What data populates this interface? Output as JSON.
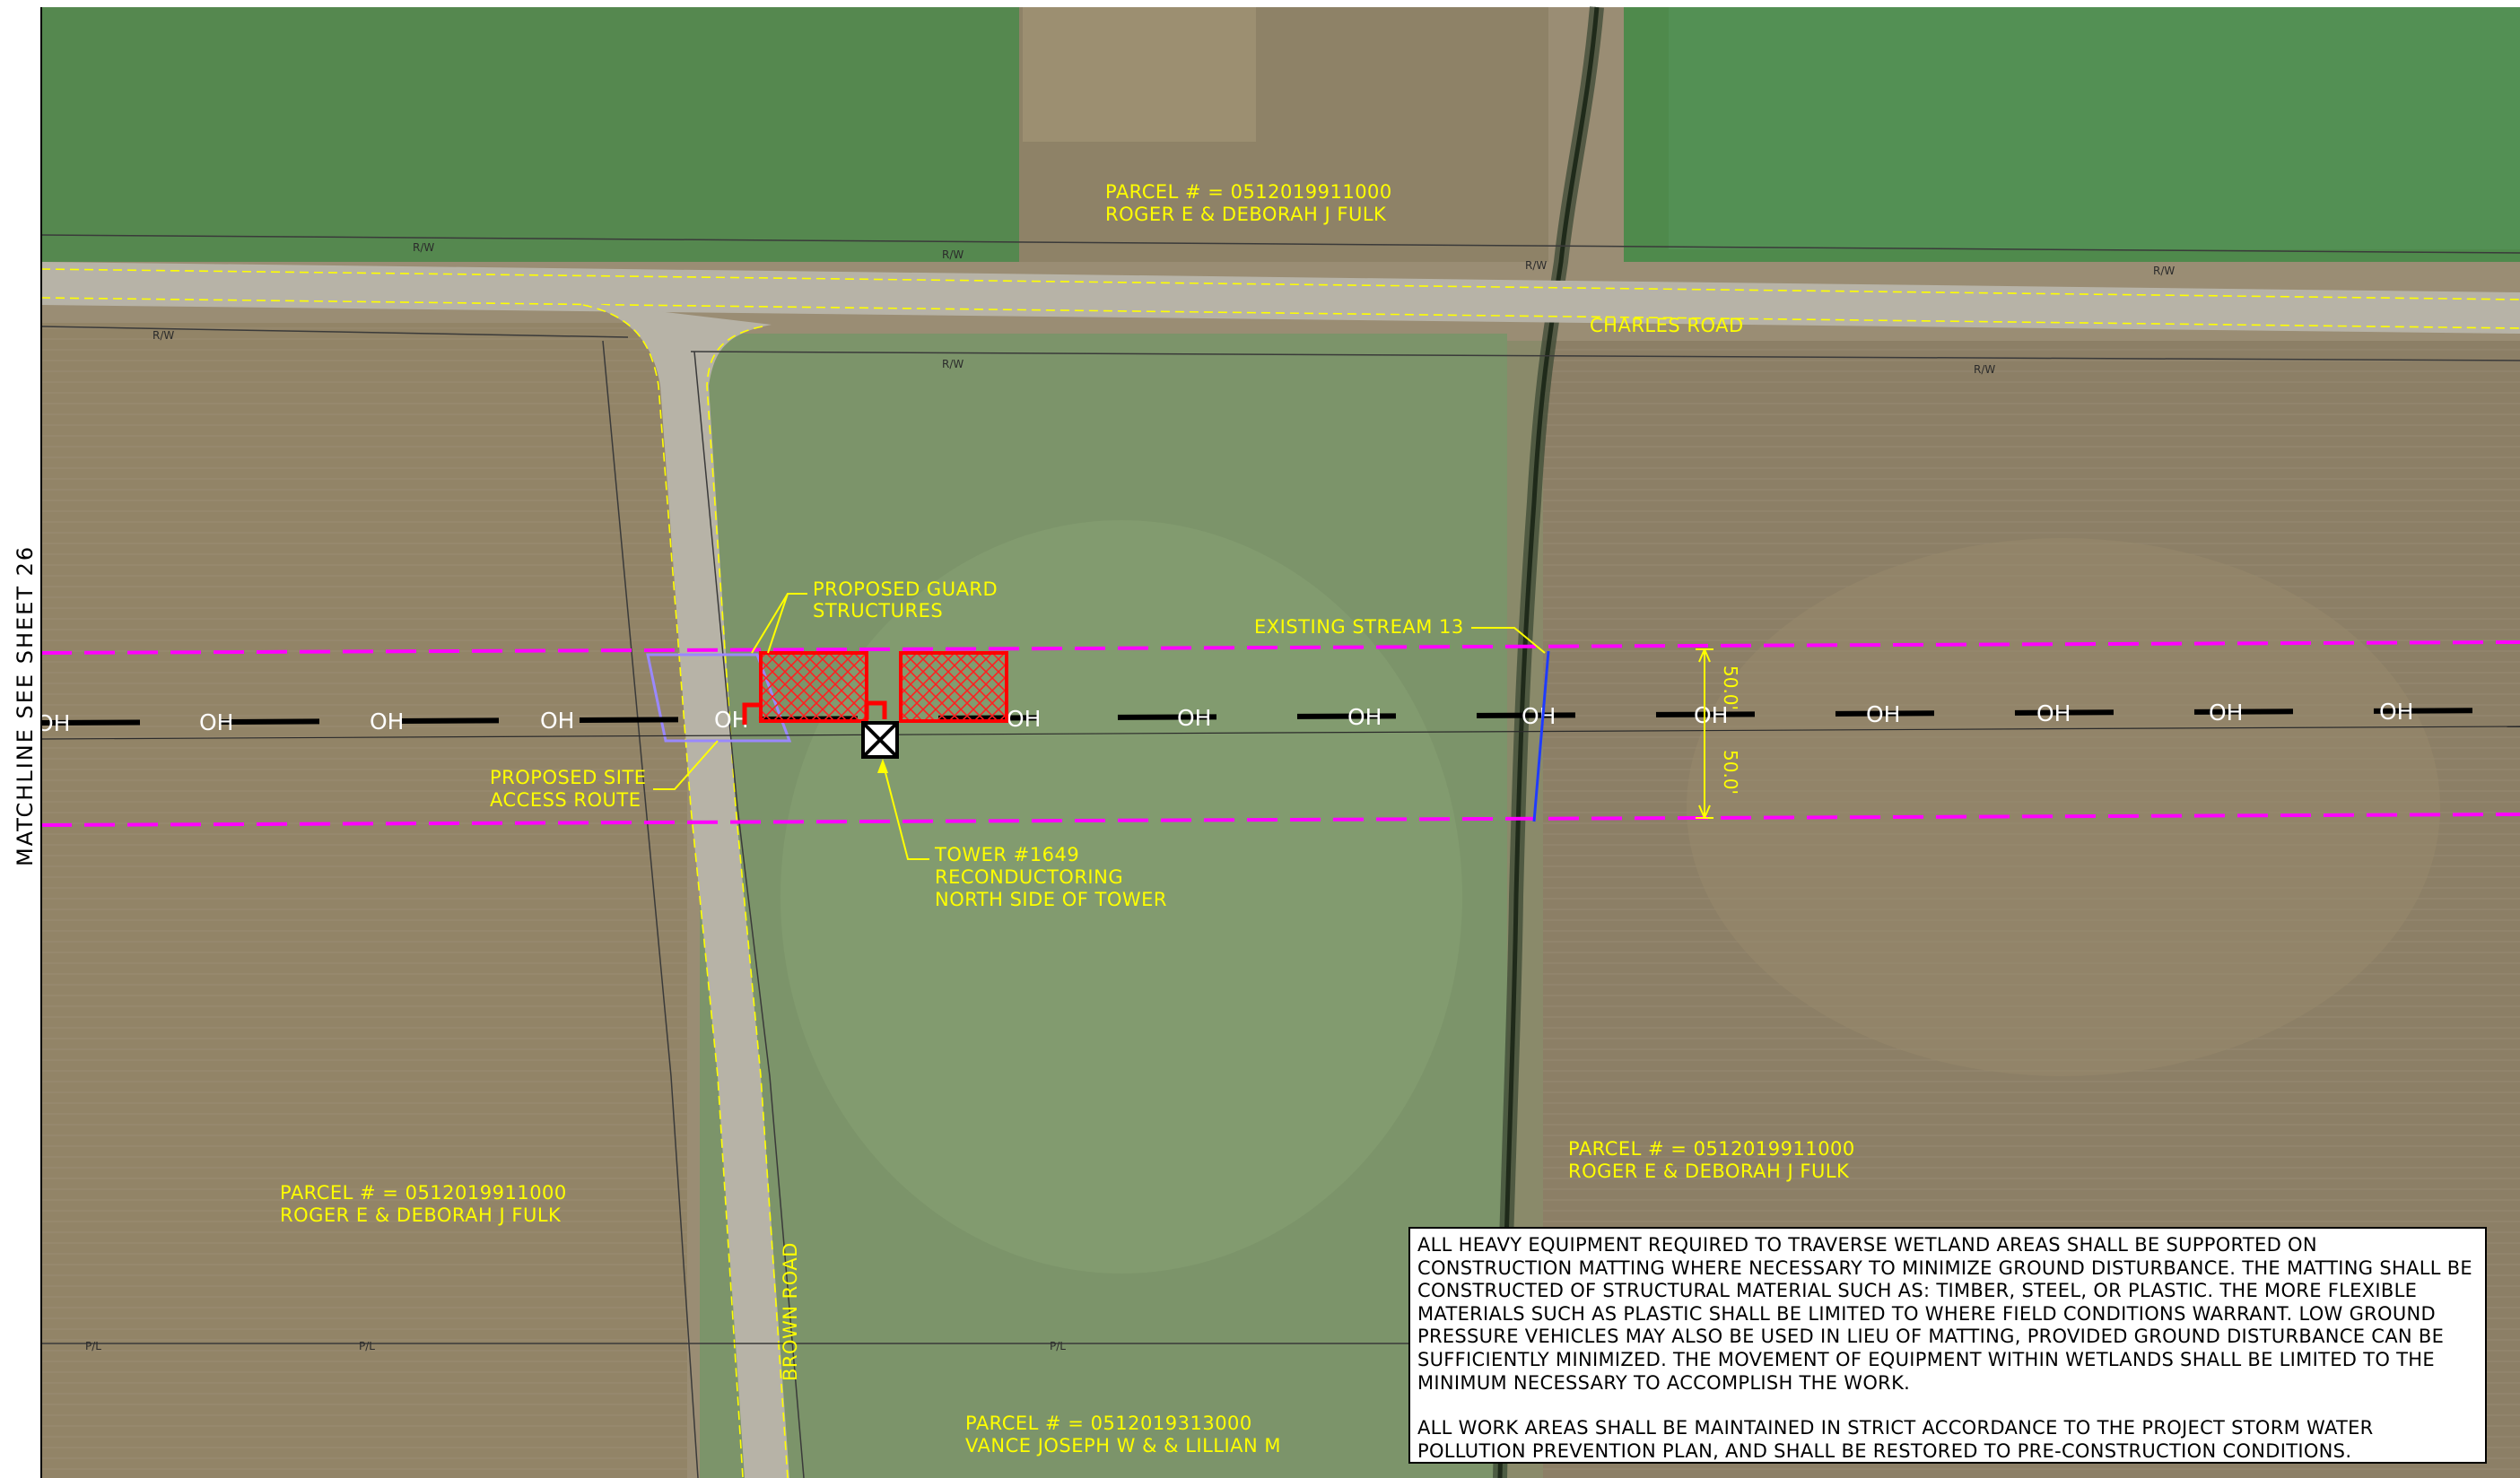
{
  "sheet": {
    "matchline": "MATCHLINE SEE SHEET 26"
  },
  "roads": {
    "east_west": "CHARLES ROAD",
    "north_south": "BROWN ROAD",
    "rw_marker": "R/W",
    "pl_marker": "P/L"
  },
  "line": {
    "oh_label": "OH",
    "dim_upper": "50.0'",
    "dim_lower": "50.0'"
  },
  "parcels": [
    {
      "line1": "PARCEL # = 0512019911000",
      "line2": "ROGER E & DEBORAH J FULK"
    },
    {
      "line1": "PARCEL # = 0512019911000",
      "line2": "ROGER E & DEBORAH J FULK"
    },
    {
      "line1": "PARCEL # = 0512019911000",
      "line2": "ROGER E & DEBORAH J FULK"
    },
    {
      "line1": "PARCEL # = 0512019313000",
      "line2": "VANCE JOSEPH W & & LILLIAN M"
    }
  ],
  "callouts": {
    "guard_structures": {
      "line1": "PROPOSED GUARD",
      "line2": "STRUCTURES"
    },
    "access_route": {
      "line1": "PROPOSED SITE",
      "line2": "ACCESS ROUTE"
    },
    "stream": "EXISTING STREAM 13",
    "tower": {
      "line1": "TOWER #1649",
      "line2": "RECONDUCTORING",
      "line3": "NORTH SIDE OF TOWER"
    }
  },
  "notes": {
    "paragraph1": "ALL HEAVY EQUIPMENT REQUIRED TO TRAVERSE WETLAND AREAS SHALL BE SUPPORTED ON CONSTRUCTION MATTING WHERE NECESSARY TO MINIMIZE GROUND DISTURBANCE.  THE MATTING SHALL BE CONSTRUCTED OF STRUCTURAL MATERIAL SUCH AS: TIMBER, STEEL, OR PLASTIC.  THE MORE FLEXIBLE MATERIALS SUCH AS PLASTIC SHALL BE LIMITED TO WHERE FIELD CONDITIONS WARRANT.  LOW GROUND PRESSURE VEHICLES MAY ALSO BE USED IN LIEU OF MATTING, PROVIDED GROUND DISTURBANCE CAN BE SUFFICIENTLY MINIMIZED.  THE MOVEMENT OF EQUIPMENT WITHIN WETLANDS SHALL BE LIMITED TO THE MINIMUM NECESSARY TO ACCOMPLISH THE WORK.",
    "paragraph2": "ALL WORK AREAS SHALL BE MAINTAINED IN STRICT ACCORDANCE TO THE PROJECT STORM WATER POLLUTION PREVENTION PLAN, AND SHALL BE RESTORED TO PRE-CONSTRUCTION CONDITIONS."
  },
  "colors": {
    "row_boundary": "#ff00ff",
    "line": "#000000",
    "guard_area": "#ff0000",
    "access_route": "#9a88ff",
    "annotation_text": "#ffff00",
    "stream": "#1f3bff"
  }
}
